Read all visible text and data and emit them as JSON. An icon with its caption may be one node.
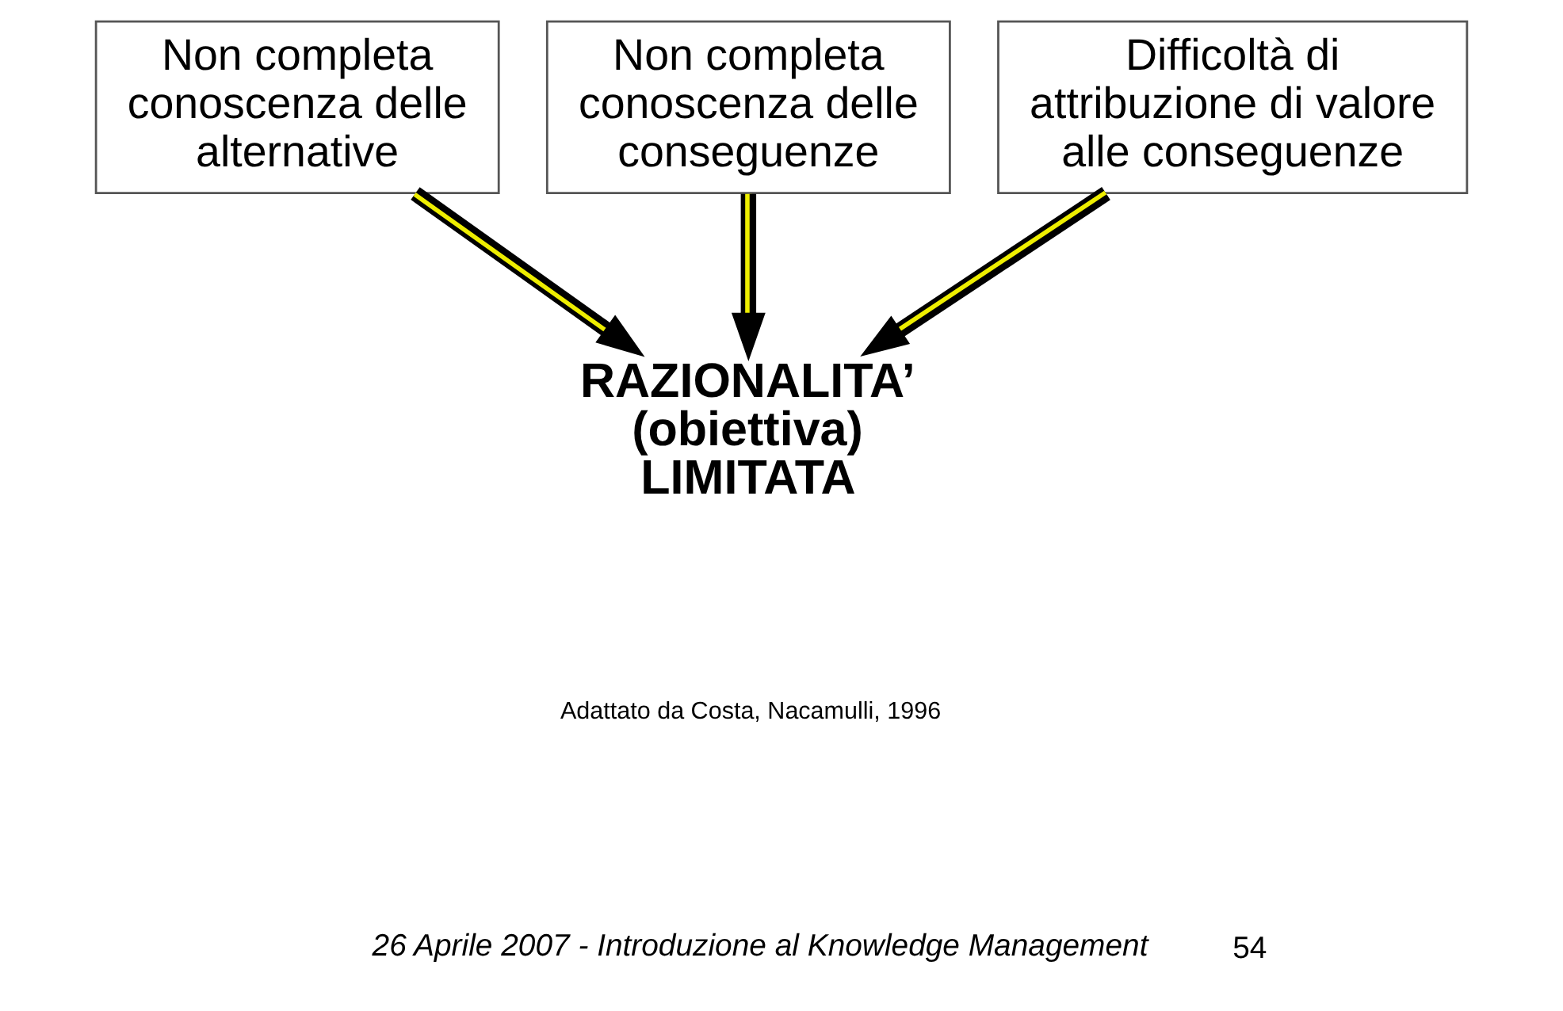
{
  "diagram": {
    "nodes": [
      {
        "text": [
          "Non completa conoscenza delle alternative"
        ]
      },
      {
        "text": [
          "Non completa conoscenza delle conseguenze"
        ]
      },
      {
        "text": [
          "Difficoltà di attribuzione di valore alle conseguenze"
        ]
      },
      {
        "text": [
          "RAZIONALITA’ (obiettiva) LIMITATA"
        ]
      }
    ],
    "edges": [
      {
        "from": 0,
        "to": 3,
        "arrow": "to"
      },
      {
        "from": 1,
        "to": 3,
        "arrow": "to"
      },
      {
        "from": 2,
        "to": 3,
        "arrow": "to"
      }
    ],
    "labels": [
      "Adattato da Costa, Nacamulli, 1996",
      "26 Aprile 2007 - Introduzione al Knowledge Management",
      "54"
    ]
  }
}
